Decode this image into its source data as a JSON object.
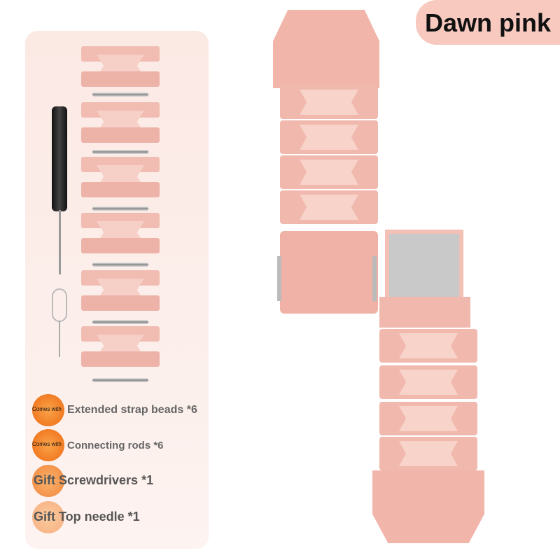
{
  "badge": {
    "label": "Dawn pink"
  },
  "items": [
    {
      "prefix": "Comes with",
      "label": "Extended strap beads *6"
    },
    {
      "prefix": "Comes with",
      "label": "Connecting rods *6"
    },
    {
      "label": "Gift Screwdrivers *1"
    },
    {
      "label": "Gift Top needle *1"
    }
  ],
  "colors": {
    "strap": "#f1b8ad",
    "accent": "#ef6a12",
    "badge": "#f7c9bf"
  }
}
